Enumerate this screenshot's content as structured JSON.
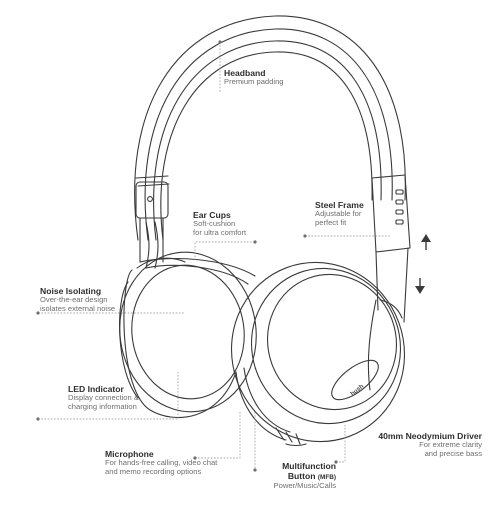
{
  "colors": {
    "outline": "#3a3a3a",
    "leader": "#8a8a8a",
    "title_text": "#2e2e2e",
    "desc_text": "#6f6f6f",
    "background": "#ffffff"
  },
  "brand_logo": {
    "text": "hush"
  },
  "icons": {
    "up_arrow": "arrow-up-icon",
    "down_arrow": "arrow-down-icon"
  },
  "callouts": {
    "headband": {
      "title": "Headband",
      "desc": [
        "Premium padding"
      ]
    },
    "steel_frame": {
      "title": "Steel Frame",
      "desc": [
        "Adjustable for",
        "perfect fit"
      ]
    },
    "ear_cups": {
      "title": "Ear Cups",
      "desc": [
        "Soft-cushion",
        "for ultra comfort"
      ]
    },
    "noise_isolating": {
      "title": "Noise Isolating",
      "desc": [
        "Over-the-ear design",
        "isolates external noise"
      ]
    },
    "led_indicator": {
      "title": "LED Indicator",
      "desc": [
        "Display connection &",
        "charging information"
      ]
    },
    "driver": {
      "title": "40mm Neodymium Driver",
      "desc": [
        "For extreme clarity",
        "and  precise bass"
      ]
    },
    "microphone": {
      "title": "Microphone",
      "desc": [
        "For hands-free calling, video chat",
        "and memo recording options"
      ]
    },
    "multifunction": {
      "title_lines": [
        "Multifunction",
        "Button"
      ],
      "title_suffix": "(MFB)",
      "desc": [
        "Power/Music/Calls"
      ]
    }
  }
}
